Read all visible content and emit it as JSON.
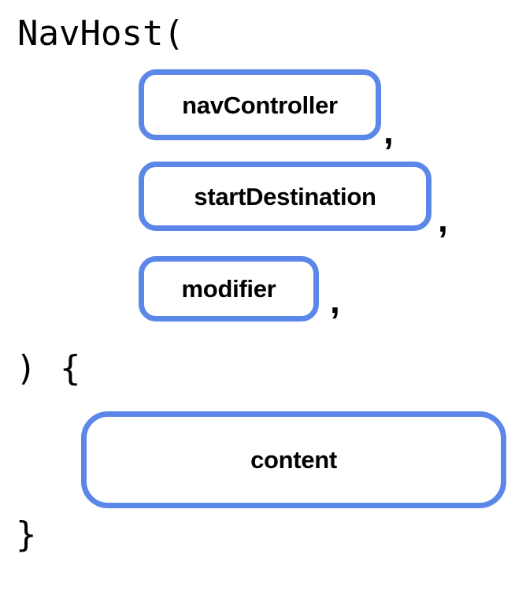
{
  "diagram": {
    "title": "NavHost composable signature diagram",
    "background_color": "#ffffff",
    "accent_color": "#5b87e8",
    "text_color": "#000000",
    "code": {
      "open_line": "NavHost(",
      "close_paren": ")",
      "open_brace": "{",
      "close_brace": "}"
    },
    "parameters": [
      {
        "label": "navController",
        "separator": ","
      },
      {
        "label": "startDestination",
        "separator": ","
      },
      {
        "label": "modifier",
        "separator": ","
      }
    ],
    "body": {
      "label": "content"
    }
  }
}
